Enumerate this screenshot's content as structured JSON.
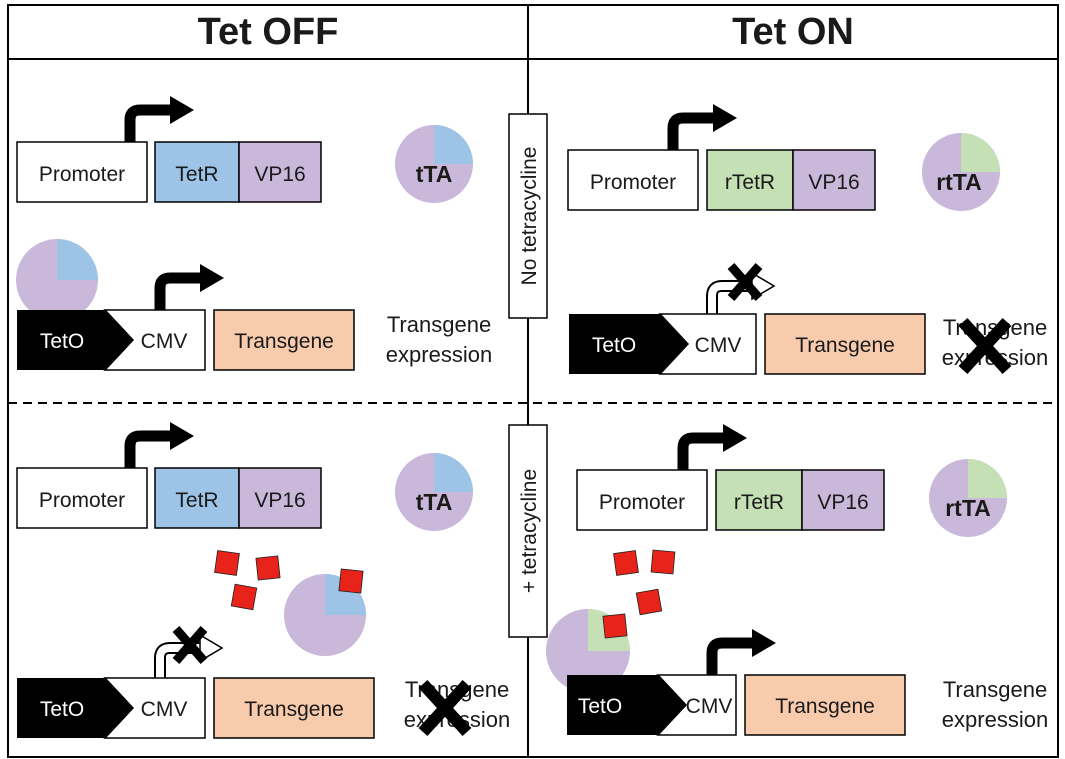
{
  "headers": {
    "left": "Tet OFF",
    "right": "Tet ON"
  },
  "conditions": {
    "top": "No tetracycline",
    "bottom": "+ tetracycline"
  },
  "labels": {
    "promoter": "Promoter",
    "tetr": "TetR",
    "rtetr": "rTetR",
    "vp16": "VP16",
    "teto": "TetO",
    "cmv": "CMV",
    "transgene": "Transgene",
    "tta": "tTA",
    "rtta": "rtTA",
    "expr_line1": "Transgene",
    "expr_line2": "expression"
  },
  "colors": {
    "tetr": "#9dc3e6",
    "rtetr": "#c5e0b4",
    "vp16": "#c9b8d9",
    "pie": "#c9b8d9",
    "transgene": "#f8cbad",
    "tetracycline": "#e8231a",
    "teto": "#000000"
  },
  "icons": [
    "bent-arrow-icon",
    "cross-icon",
    "tetracycline-square-icon"
  ]
}
